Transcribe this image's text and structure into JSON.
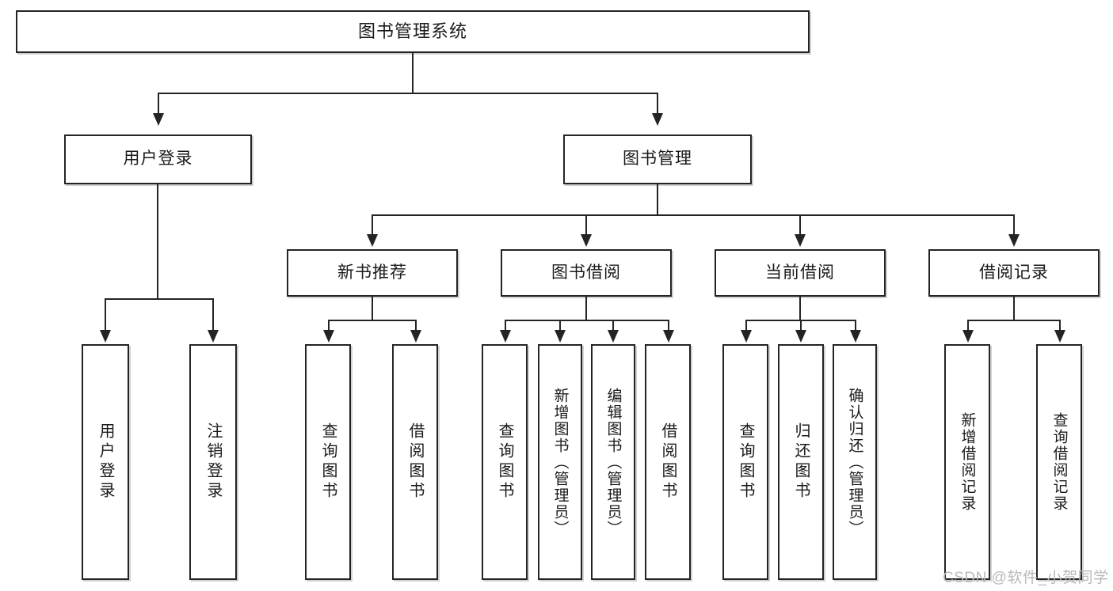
{
  "diagram": {
    "title": "图书管理系统",
    "type": "tree",
    "watermark": "CSDN @软件_小贺同学",
    "root": {
      "id": "root",
      "label": "图书管理系统"
    },
    "level2": [
      {
        "id": "user-login",
        "label": "用户登录"
      },
      {
        "id": "book-management",
        "label": "图书管理"
      }
    ],
    "level3": [
      {
        "id": "new-book-recommend",
        "label": "新书推荐",
        "parent": "book-management"
      },
      {
        "id": "book-borrow",
        "label": "图书借阅",
        "parent": "book-management"
      },
      {
        "id": "current-borrow",
        "label": "当前借阅",
        "parent": "book-management"
      },
      {
        "id": "borrow-record",
        "label": "借阅记录",
        "parent": "book-management"
      }
    ],
    "leaves": [
      {
        "id": "leaf-user-login",
        "label": "用户登录",
        "parent": "user-login"
      },
      {
        "id": "leaf-logout",
        "label": "注销登录",
        "parent": "user-login"
      },
      {
        "id": "leaf-query-book-1",
        "label": "查询图书",
        "parent": "new-book-recommend"
      },
      {
        "id": "leaf-borrow-book-1",
        "label": "借阅图书",
        "parent": "new-book-recommend"
      },
      {
        "id": "leaf-query-book-2",
        "label": "查询图书",
        "parent": "book-borrow"
      },
      {
        "id": "leaf-add-book",
        "label": "新增图书（管理员）",
        "parent": "book-borrow"
      },
      {
        "id": "leaf-edit-book",
        "label": "编辑图书（管理员）",
        "parent": "book-borrow"
      },
      {
        "id": "leaf-borrow-book-2",
        "label": "借阅图书",
        "parent": "book-borrow"
      },
      {
        "id": "leaf-query-book-3",
        "label": "查询图书",
        "parent": "current-borrow"
      },
      {
        "id": "leaf-return-book",
        "label": "归还图书",
        "parent": "current-borrow"
      },
      {
        "id": "leaf-confirm-return",
        "label": "确认归还（管理员）",
        "parent": "current-borrow"
      },
      {
        "id": "leaf-add-record",
        "label": "新增借阅记录",
        "parent": "borrow-record"
      },
      {
        "id": "leaf-query-record",
        "label": "查询借阅记录",
        "parent": "borrow-record"
      }
    ],
    "colors": {
      "stroke": "#242424",
      "fill": "#ffffff",
      "text": "#1a1a1a",
      "watermark": "#b9b9b9"
    }
  }
}
